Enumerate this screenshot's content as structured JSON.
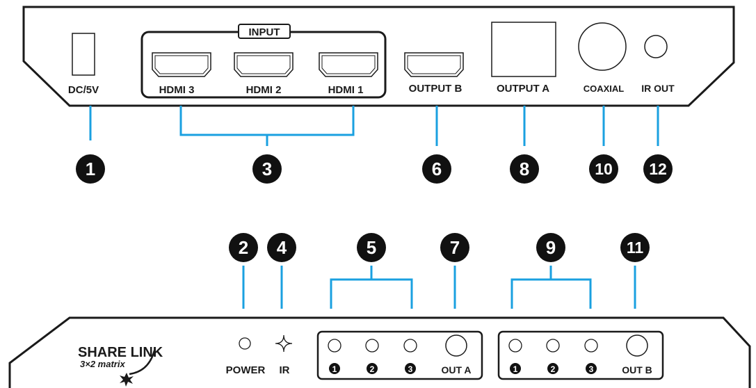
{
  "colors": {
    "panel_stroke": "#1a1a1a",
    "leader": "#1aa0e0",
    "callout_fill": "#111111"
  },
  "back_panel": {
    "group_label": "INPUT",
    "ports": {
      "dc": "DC/5V",
      "hdmi3": "HDMI 3",
      "hdmi2": "HDMI 2",
      "hdmi1": "HDMI 1",
      "output_b": "OUTPUT B",
      "output_a": "OUTPUT A",
      "coaxial": "COAXIAL",
      "ir_out": "IR OUT"
    },
    "callouts": [
      "1",
      "3",
      "6",
      "8",
      "10",
      "12"
    ]
  },
  "front_panel": {
    "logo": {
      "brand": "SHARE LINK",
      "model": "3×2 matrix"
    },
    "labels": {
      "power": "POWER",
      "ir": "IR",
      "out_a": "OUT A",
      "out_b": "OUT B"
    },
    "led_numbers_a": [
      "1",
      "2",
      "3"
    ],
    "led_numbers_b": [
      "1",
      "2",
      "3"
    ],
    "callouts": [
      "2",
      "4",
      "5",
      "7",
      "9",
      "11"
    ]
  }
}
